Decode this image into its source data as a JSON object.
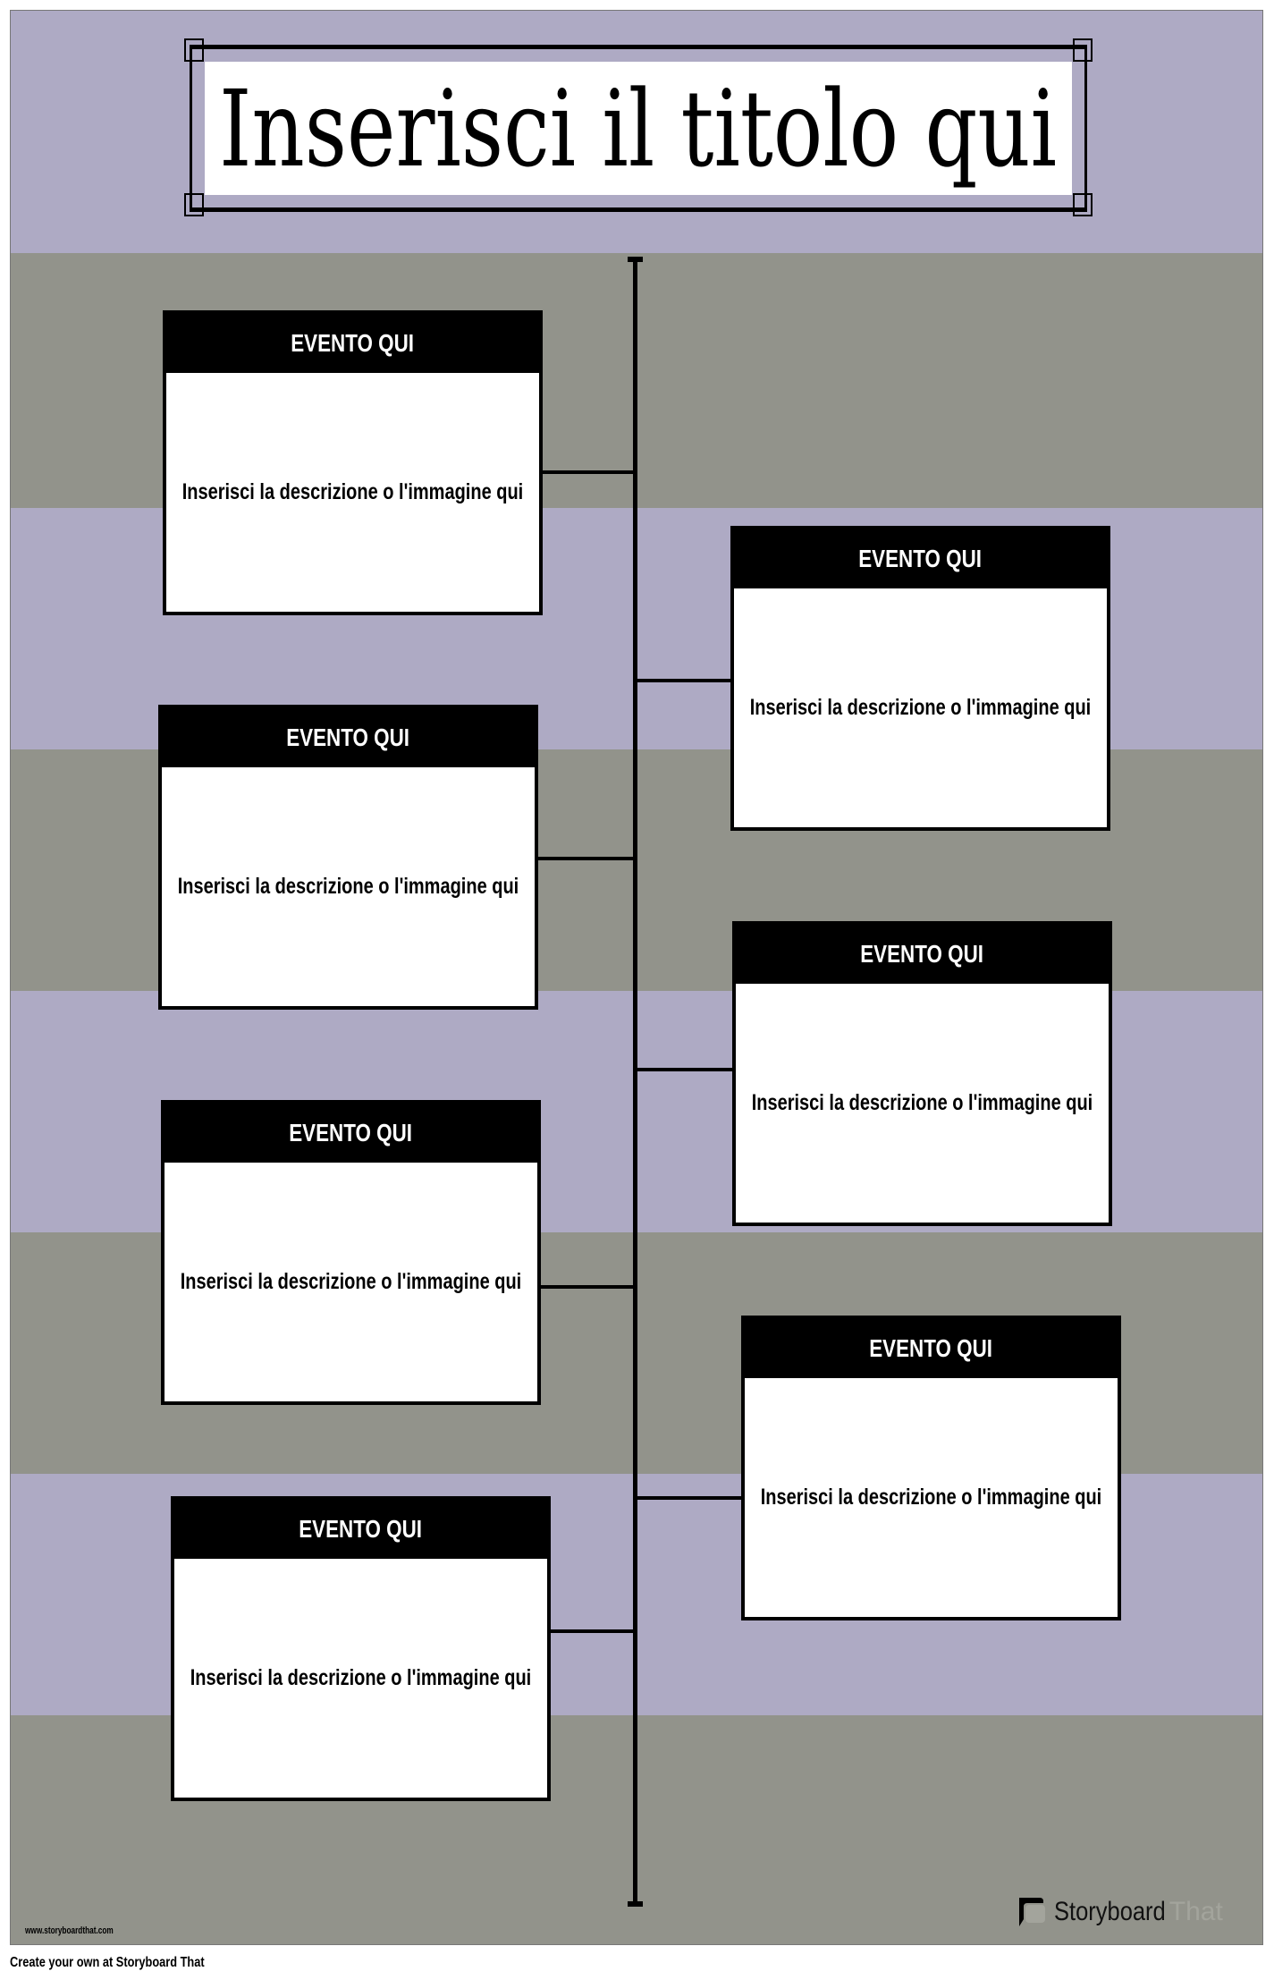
{
  "title": "Inserisci il titolo qui",
  "colors": {
    "band_purple": "#aeaac4",
    "band_gray": "#92938b",
    "line": "#000000"
  },
  "events": [
    {
      "header": "EVENTO QUI",
      "description": "Inserisci la descrizione o l'immagine qui",
      "side": "left"
    },
    {
      "header": "EVENTO QUI",
      "description": "Inserisci la descrizione o l'immagine qui",
      "side": "right"
    },
    {
      "header": "EVENTO QUI",
      "description": "Inserisci la descrizione o l'immagine qui",
      "side": "left"
    },
    {
      "header": "EVENTO QUI",
      "description": "Inserisci la descrizione o l'immagine qui",
      "side": "right"
    },
    {
      "header": "EVENTO QUI",
      "description": "Inserisci la descrizione o l'immagine qui",
      "side": "left"
    },
    {
      "header": "EVENTO QUI",
      "description": "Inserisci la descrizione o l'immagine qui",
      "side": "right"
    },
    {
      "header": "EVENTO QUI",
      "description": "Inserisci la descrizione o l'immagine qui",
      "side": "left"
    }
  ],
  "watermark": {
    "url": "www.storyboardthat.com",
    "logo_word1": "Storyboard",
    "logo_word2": "That",
    "logo_icon": "speech-bubble-icon"
  },
  "footer": "Create your own at Storyboard That"
}
